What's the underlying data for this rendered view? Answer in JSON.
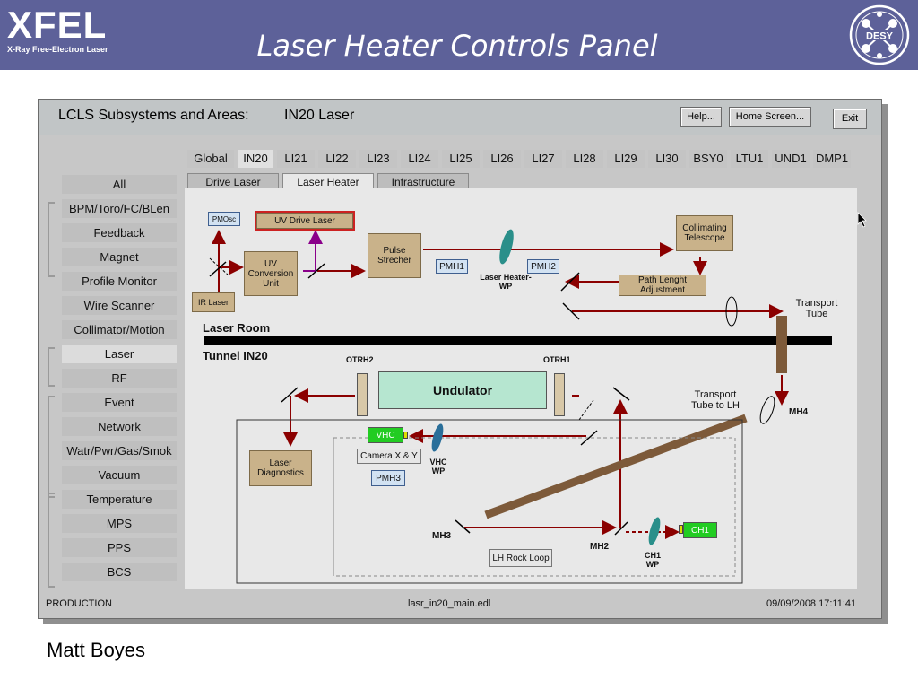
{
  "slide": {
    "logo_text": "XFEL",
    "logo_subtitle": "X-Ray Free-Electron Laser",
    "title": "Laser Heater Controls Panel",
    "desy_label": "DESY",
    "author": "Matt Boyes",
    "colors": {
      "header_bg": "#5d6199",
      "window_bg": "#c7c7c7"
    }
  },
  "window": {
    "title": "LCLS Subsystems and Areas:",
    "area": "IN20 Laser",
    "buttons": {
      "help": "Help...",
      "home": "Home Screen...",
      "exit": "Exit"
    }
  },
  "menu": {
    "items": [
      "All",
      "BPM/Toro/FC/BLen",
      "Feedback",
      "Magnet",
      "Profile Monitor",
      "Wire Scanner",
      "Collimator/Motion",
      "Laser",
      "RF",
      "Event",
      "Network",
      "Watr/Pwr/Gas/Smok",
      "Vacuum",
      "Temperature",
      "MPS",
      "PPS",
      "BCS"
    ],
    "active": "Laser"
  },
  "area_tabs": {
    "items": [
      "Global",
      "IN20",
      "LI21",
      "LI22",
      "LI23",
      "LI24",
      "LI25",
      "LI26",
      "LI27",
      "LI28",
      "LI29",
      "LI30",
      "BSY0",
      "LTU1",
      "UND1",
      "DMP1"
    ],
    "active": "IN20"
  },
  "sub_tabs": {
    "items": [
      "Drive Laser",
      "Laser Heater",
      "Infrastructure"
    ],
    "active": "Laser Heater"
  },
  "status": {
    "mode": "PRODUCTION",
    "file": "lasr_in20_main.edl",
    "timestamp": "09/09/2008 17:11:41"
  },
  "diagram": {
    "pmosc": "PMOsc",
    "uv_drive_laser": "UV Drive Laser",
    "uv_conversion_unit": "UV Conversion Unit",
    "ir_laser": "IR Laser",
    "pulse_strecher": "Pulse Strecher",
    "pmh1": "PMH1",
    "pmh2": "PMH2",
    "pmh3": "PMH3",
    "laser_heater_wp": "Laser Heater-WP",
    "collimating_telescope": "Collimating Telescope",
    "path_adjustment": "Path Lenght Adjustment",
    "transport_tube": "Transport Tube",
    "laser_room": "Laser Room",
    "tunnel": "Tunnel IN20",
    "otrh2": "OTRH2",
    "otrh1": "OTRH1",
    "undulator": "Undulator",
    "transport_to_lh": "Transport Tube to LH",
    "mh4": "MH4",
    "mh3": "MH3",
    "mh2": "MH2",
    "vhc": "VHC",
    "camera_xy": "Camera X & Y",
    "vhc_wp": "VHC WP",
    "laser_diagnostics": "Laser Diagnostics",
    "ch1": "CH1",
    "ch1_wp": "CH1 WP",
    "lh_rock_loop": "LH Rock Loop"
  }
}
